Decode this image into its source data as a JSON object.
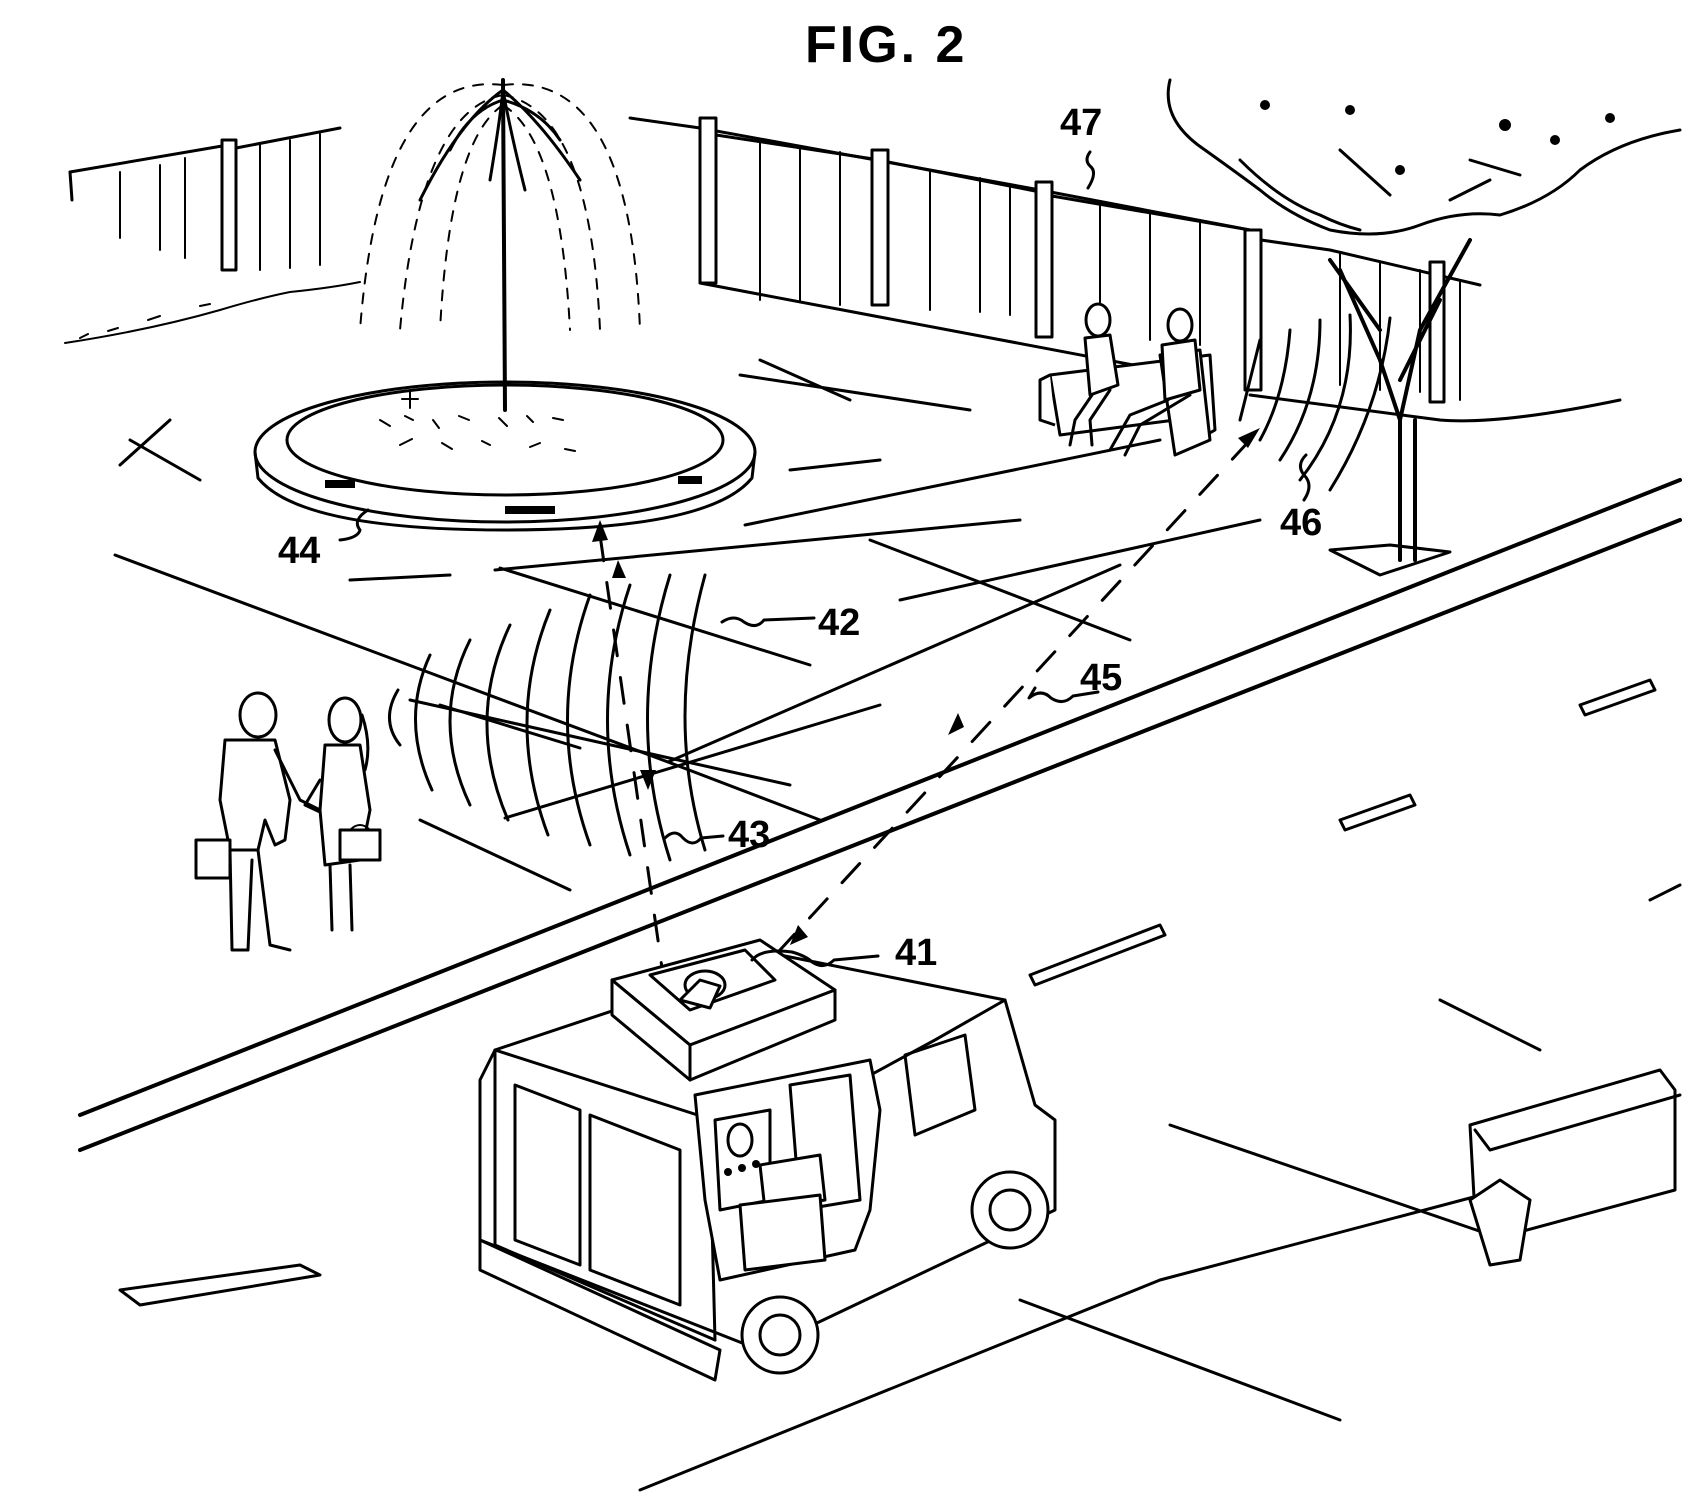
{
  "figure": {
    "title": "FIG. 2",
    "description": "Patent drawing of a plaza with fountain, pedestrians, bench and street; a van-mounted antenna exchanges signals with nearby units"
  },
  "labels": {
    "van_antenna": "41",
    "radio_waves": "42",
    "fountain_link": "43",
    "fountain": "44",
    "bench_link": "45",
    "bench_waves": "46",
    "fence": "47"
  },
  "elements": [
    {
      "id": "41",
      "name": "Van-mounted transceiver"
    },
    {
      "id": "42",
      "name": "Radiated waves to pedestrians"
    },
    {
      "id": "43",
      "name": "Bidirectional link to fountain"
    },
    {
      "id": "44",
      "name": "Fountain with embedded units"
    },
    {
      "id": "45",
      "name": "Link to bench area"
    },
    {
      "id": "46",
      "name": "Waves near bench"
    },
    {
      "id": "47",
      "name": "Fence / wall"
    }
  ]
}
